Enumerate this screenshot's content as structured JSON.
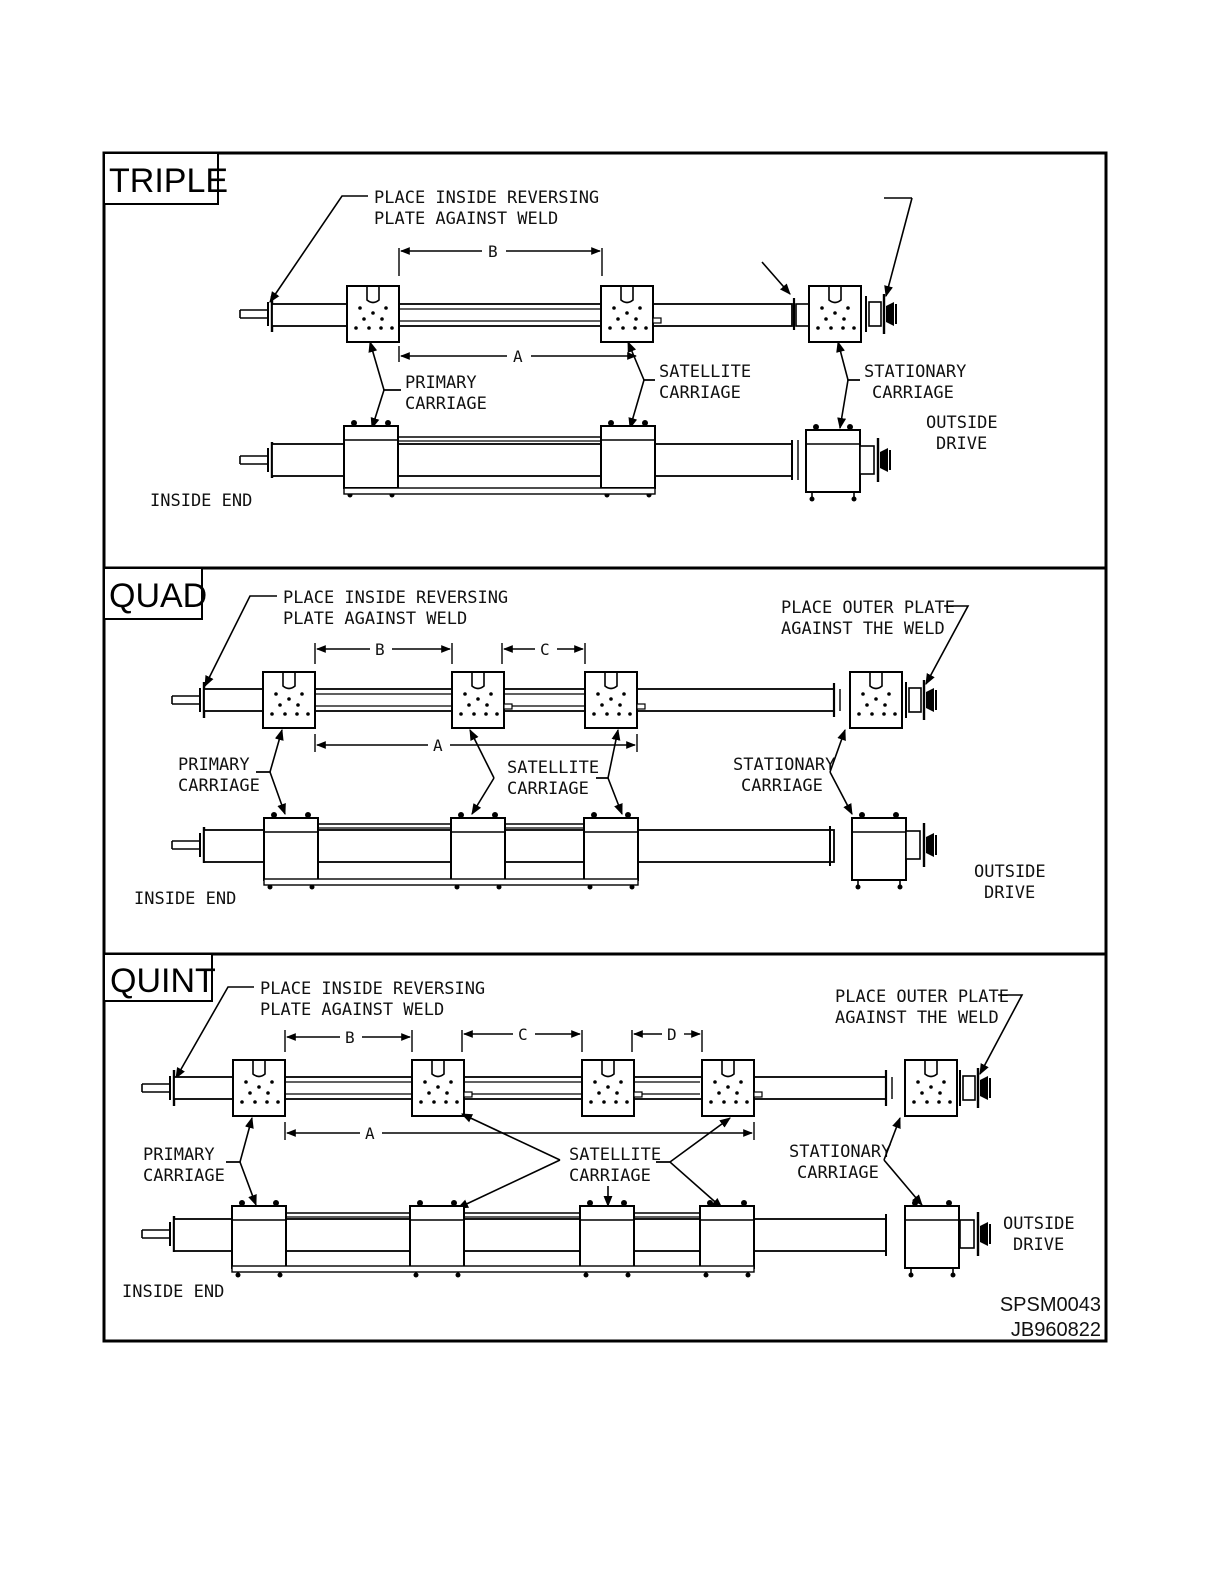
{
  "panels": [
    {
      "title": "TRIPLE",
      "callouts": {
        "inner_plate": [
          "PLACE INSIDE REVERSING",
          "PLATE AGAINST WELD"
        ],
        "primary": [
          "PRIMARY",
          "CARRIAGE"
        ],
        "satellite": [
          "SATELLITE",
          "CARRIAGE"
        ],
        "stationary": [
          "STATIONARY",
          "CARRIAGE"
        ],
        "outside_drive": [
          "OUTSIDE",
          "DRIVE"
        ],
        "inside_end": "INSIDE END"
      },
      "dimensions": [
        "B",
        "A"
      ]
    },
    {
      "title": "QUAD",
      "callouts": {
        "inner_plate": [
          "PLACE INSIDE REVERSING",
          "PLATE AGAINST WELD"
        ],
        "outer_plate": [
          "PLACE OUTER PLATE",
          "AGAINST THE WELD"
        ],
        "primary": [
          "PRIMARY",
          "CARRIAGE"
        ],
        "satellite": [
          "SATELLITE",
          "CARRIAGE"
        ],
        "stationary": [
          "STATIONARY",
          "CARRIAGE"
        ],
        "outside_drive": [
          "OUTSIDE",
          "DRIVE"
        ],
        "inside_end": "INSIDE END"
      },
      "dimensions": [
        "B",
        "C",
        "A"
      ]
    },
    {
      "title": "QUINT",
      "callouts": {
        "inner_plate": [
          "PLACE INSIDE REVERSING",
          "PLATE AGAINST WELD"
        ],
        "outer_plate": [
          "PLACE OUTER PLATE",
          "AGAINST THE WELD"
        ],
        "primary": [
          "PRIMARY",
          "CARRIAGE"
        ],
        "satellite": [
          "SATELLITE",
          "CARRIAGE"
        ],
        "stationary": [
          "STATIONARY",
          "CARRIAGE"
        ],
        "outside_drive": [
          "OUTSIDE",
          "DRIVE"
        ],
        "inside_end": "INSIDE END"
      },
      "dimensions": [
        "B",
        "C",
        "D",
        "A"
      ],
      "drawing_ref": [
        "SPSM0043",
        "JB960822"
      ]
    }
  ]
}
